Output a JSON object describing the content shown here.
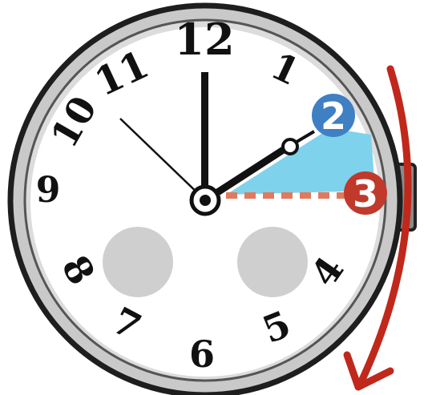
{
  "clock": {
    "numerals": [
      "12",
      "1",
      "2",
      "3",
      "4",
      "5",
      "6",
      "7",
      "8",
      "9",
      "10",
      "11"
    ],
    "shown_numerals": [
      "12",
      "1",
      "4",
      "5",
      "6",
      "7",
      "8",
      "9",
      "10",
      "11"
    ],
    "time_shown": {
      "hour": 2,
      "minute": 0
    },
    "subdials": 2
  },
  "markers": [
    {
      "label": "2",
      "color": "#3f7fc4"
    },
    {
      "label": "3",
      "color": "#c0392b"
    }
  ],
  "colors": {
    "bezel": "#2b2b2b",
    "face": "#ffffff",
    "sweep_fill": "#7fd2ec",
    "dashed_line": "#e07a5f",
    "arrow": "#c0281c",
    "subdial": "#cfcfcf"
  },
  "arrow": {
    "direction": "clockwise"
  }
}
